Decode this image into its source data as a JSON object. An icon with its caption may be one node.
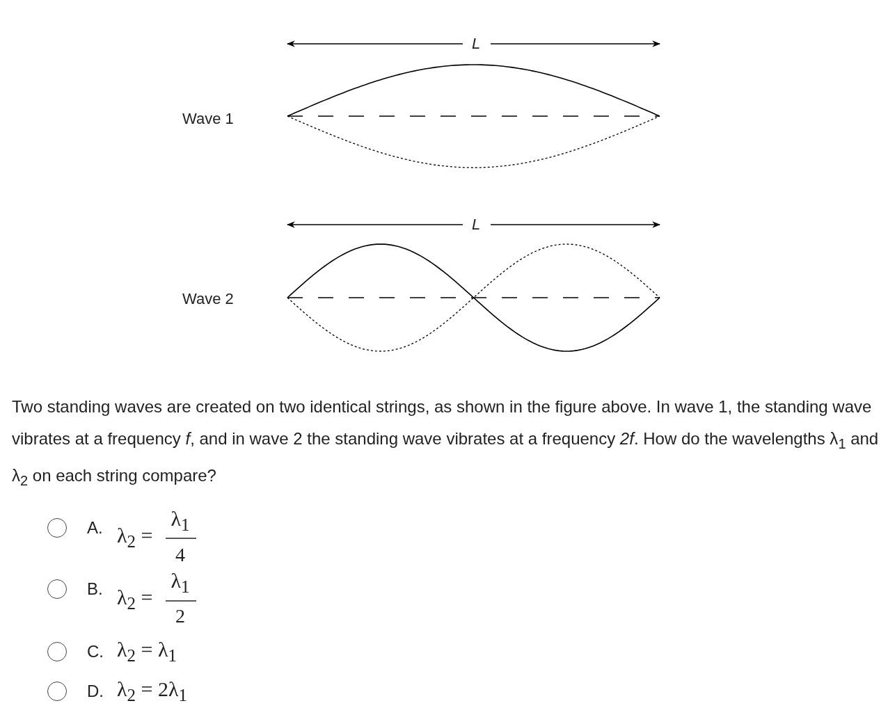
{
  "diagram": {
    "labels": [
      "L",
      "Wave 1",
      "L",
      "Wave 2",
      "Two standing waves are created on two identical strings, as shown in the figure above.  In wave 1, the standing wave vibrates at a frequency *f*, and in wave 2 the standing wave vibrates at a frequency *2f*.  How do the wavelengths λ$_{1}$ and λ$_{2}$ on each string compare?",
      "A.",
      "λ$_{2}$ =",
      "λ$_{1}$",
      "4",
      "B.",
      "λ$_{2}$ =",
      "λ$_{1}$",
      "2",
      "C.",
      "λ$_{2}$ = λ$_{1}$",
      "D.",
      "λ$_{2}$ = 2λ$_{1}$"
    ]
  }
}
